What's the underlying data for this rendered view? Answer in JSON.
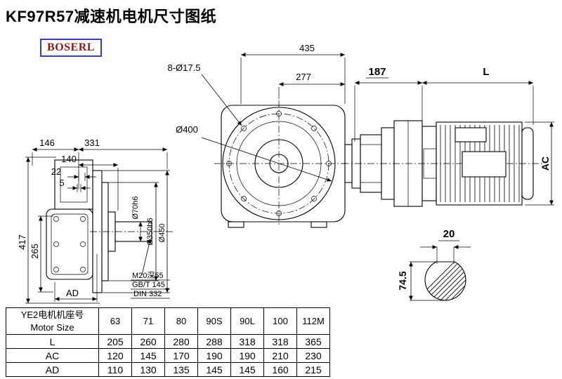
{
  "page": {
    "title": "KF97R57减速机电机尺寸图纸",
    "logo_text": "BOSERL",
    "colors": {
      "logo_text": "#8b1a1a",
      "logo_border": "#3a3ac2",
      "line": "#000000",
      "background": "#ffffff"
    }
  },
  "drawing": {
    "front_view": {
      "dim_overall_width": "435",
      "dim_bolt_holes": "8-Ø17.5",
      "dim_inner_width": "277",
      "dim_flange_diameter": "Ø400"
    },
    "side_view": {
      "dim_146": "146",
      "dim_331": "331",
      "dim_140": "140",
      "dim_22": "22",
      "dim_5": "5",
      "dim_height": "417",
      "dim_265": "265",
      "dim_ad": "AD",
      "dim_shaft": "Ø70h6",
      "dim_spigot": "Ø350h6",
      "dim_flange": "Ø450",
      "note_tap": "M20深55",
      "note_std1": "GB/T 145",
      "note_std2": "DIN 332"
    },
    "motor_view": {
      "dim_187": "187",
      "dim_L": "L",
      "dim_AC": "AC"
    },
    "shaft_section": {
      "dim_width": "20",
      "dim_height": "74.5"
    }
  },
  "table": {
    "header": {
      "line1": "YE2电机机座号",
      "line2": "Motor Size"
    },
    "columns": [
      "63",
      "71",
      "80",
      "90S",
      "90L",
      "100",
      "112M"
    ],
    "rows": [
      {
        "label": "L",
        "values": [
          "205",
          "260",
          "280",
          "288",
          "318",
          "318",
          "365"
        ]
      },
      {
        "label": "AC",
        "values": [
          "120",
          "145",
          "170",
          "190",
          "190",
          "210",
          "230"
        ]
      },
      {
        "label": "AD",
        "values": [
          "110",
          "130",
          "135",
          "145",
          "145",
          "160",
          "215"
        ]
      }
    ]
  }
}
